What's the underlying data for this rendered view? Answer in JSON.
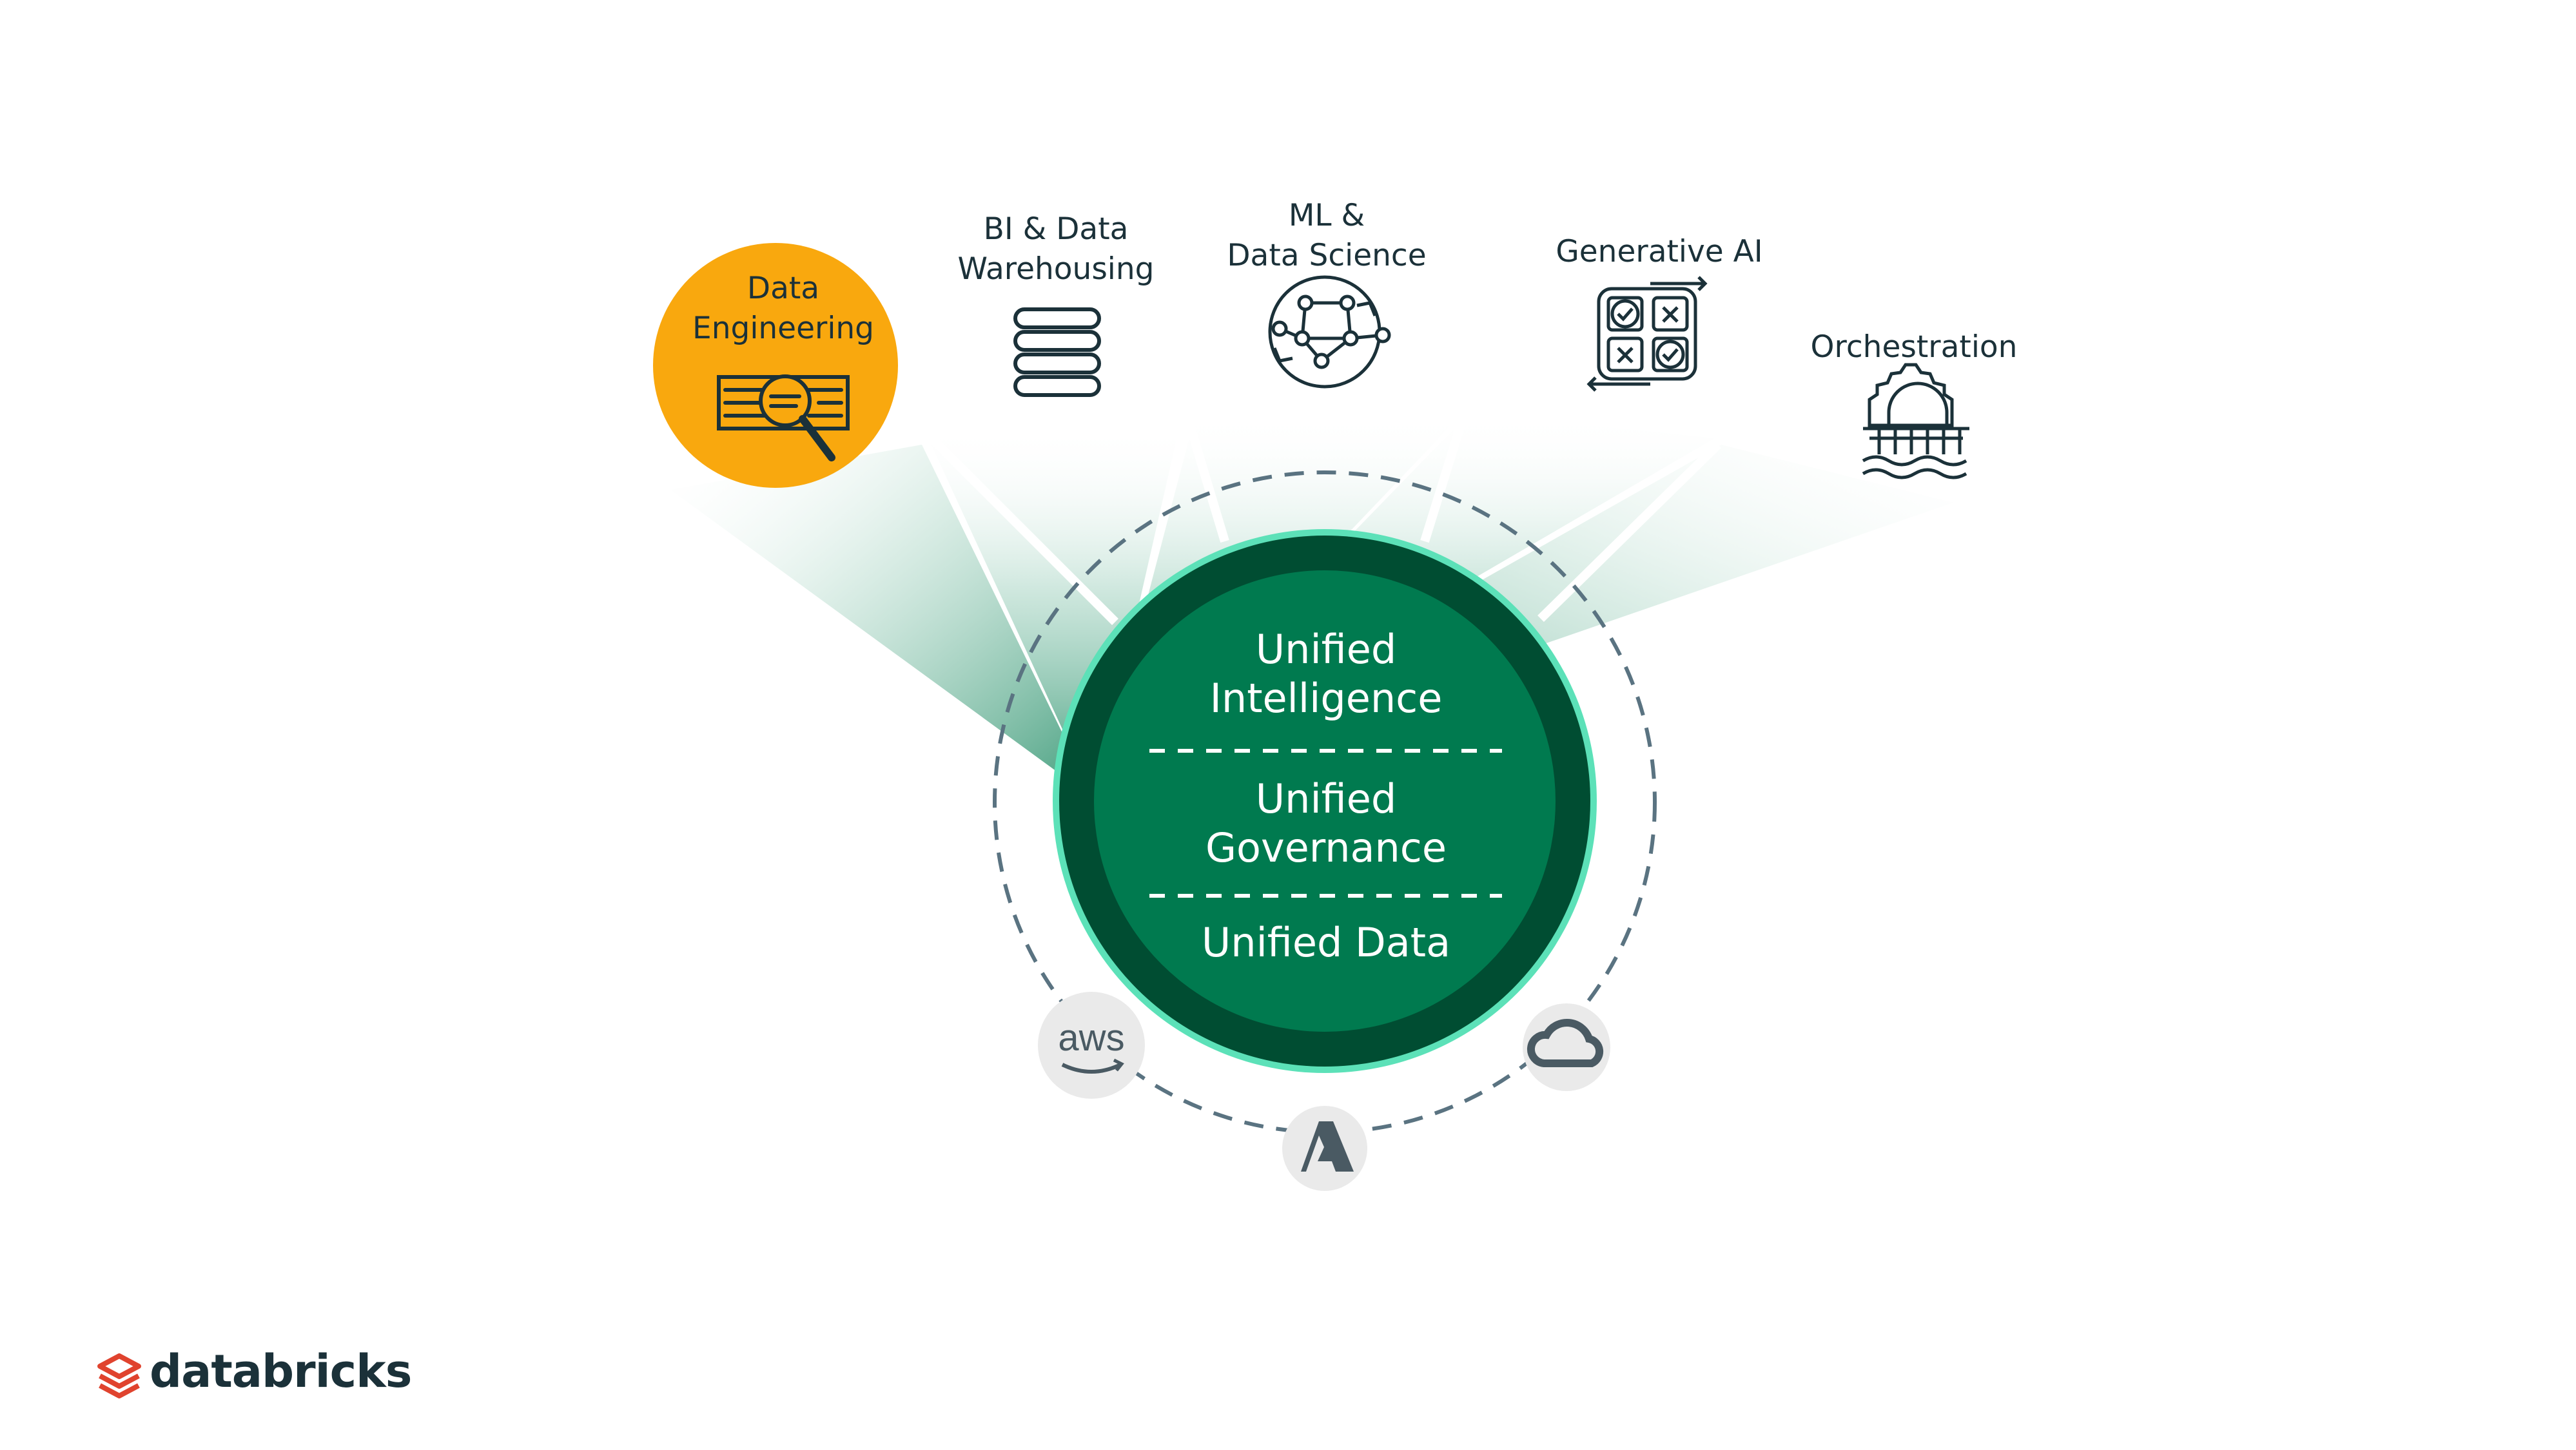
{
  "workloads": [
    {
      "id": "data-engineering",
      "lines": [
        "Data",
        "Engineering"
      ],
      "highlighted": true,
      "icon": "data-search-icon"
    },
    {
      "id": "bi-warehousing",
      "lines": [
        "BI & Data",
        "Warehousing"
      ],
      "highlighted": false,
      "icon": "database-icon"
    },
    {
      "id": "ml-data-science",
      "lines": [
        "ML &",
        "Data Science"
      ],
      "highlighted": false,
      "icon": "neural-network-icon"
    },
    {
      "id": "generative-ai",
      "lines": [
        "Generative AI"
      ],
      "highlighted": false,
      "icon": "checklist-grid-icon"
    },
    {
      "id": "orchestration",
      "lines": [
        "Orchestration"
      ],
      "highlighted": false,
      "icon": "gear-pipeline-icon"
    }
  ],
  "core": {
    "intelligence": [
      "Unified",
      "Intelligence"
    ],
    "governance": [
      "Unified",
      "Governance"
    ],
    "data": [
      "Unified Data"
    ]
  },
  "clouds": [
    {
      "id": "aws",
      "label": "aws",
      "icon": "aws-logo-icon"
    },
    {
      "id": "azure",
      "label": "",
      "icon": "azure-logo-icon"
    },
    {
      "id": "gcp",
      "label": "",
      "icon": "google-cloud-icon"
    }
  ],
  "brand": {
    "name": "databricks",
    "icon": "databricks-logo-icon"
  },
  "colors": {
    "highlight": "#F9A80E",
    "core_outer": "#004D32",
    "core_inner": "#007A4F",
    "ring_glow": "#5CE1B8",
    "dashed_ring": "#5A7381",
    "text_dark": "#1B3139",
    "brand_red": "#E0432E",
    "cloud_badge": "#EAEAEA"
  }
}
